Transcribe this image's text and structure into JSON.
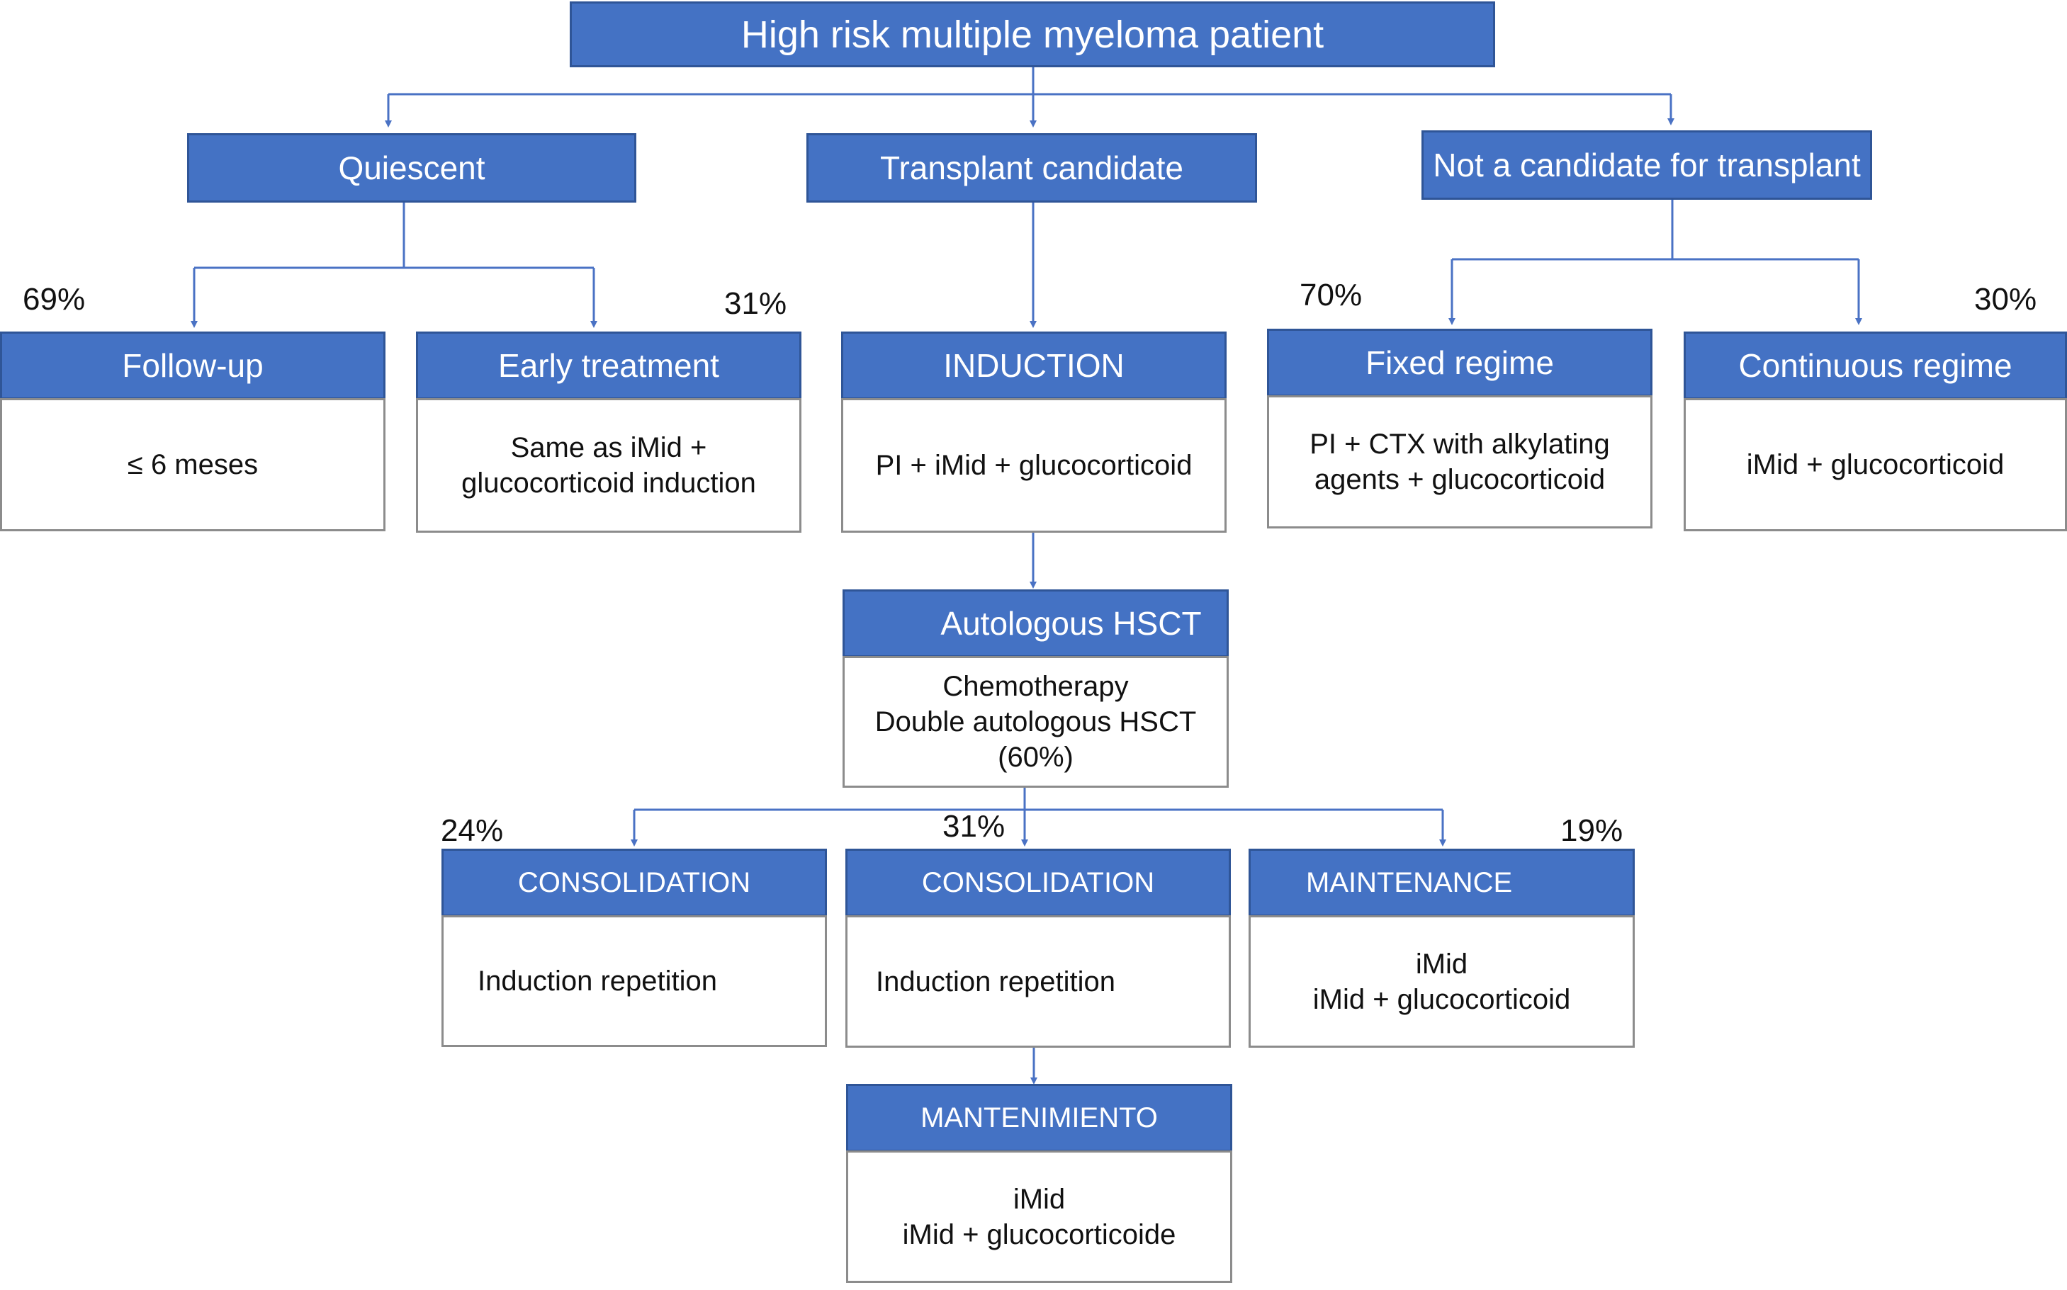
{
  "colors": {
    "header_fill": "#4472c4",
    "header_border": "#2f5597",
    "connector": "#4a72c4",
    "body_border": "#8c8c8c"
  },
  "root": {
    "title": "High risk multiple myeloma patient"
  },
  "branches": {
    "quiescent": "Quiescent",
    "transplant": "Transplant candidate",
    "not_transplant": "Not a candidate for transplant"
  },
  "quiescent_options": {
    "followup": {
      "title": "Follow-up",
      "body": [
        "≤ 6 meses"
      ],
      "pct": "69%"
    },
    "early": {
      "title": "Early treatment",
      "body": [
        "Same as iMid +",
        "glucocorticoid induction"
      ],
      "pct": "31%"
    }
  },
  "induction": {
    "title": "INDUCTION",
    "body": [
      "PI + iMid + glucocorticoid"
    ]
  },
  "non_transplant_options": {
    "fixed": {
      "title": "Fixed regime",
      "body": [
        "PI + CTX with alkylating",
        "agents + glucocorticoid"
      ],
      "pct": "70%"
    },
    "continuous": {
      "title": "Continuous regime",
      "body": [
        "iMid + glucocorticoid"
      ],
      "pct": "30%"
    }
  },
  "hsct": {
    "title": "Autologous HSCT",
    "body": [
      "Chemotherapy",
      "Double autologous HSCT",
      "(60%)"
    ]
  },
  "post_transplant": {
    "consolidation_1": {
      "title": "CONSOLIDATION",
      "body": [
        "Induction repetition"
      ],
      "pct": "24%"
    },
    "consolidation_2": {
      "title": "CONSOLIDATION",
      "body": [
        "Induction repetition"
      ],
      "pct": "31%"
    },
    "maintenance": {
      "title": "MAINTENANCE",
      "body": [
        "iMid",
        "iMid + glucocorticoid"
      ],
      "pct": "19%"
    }
  },
  "mantenimiento": {
    "title": "MANTENIMIENTO",
    "body": [
      "iMid",
      "iMid + glucocorticoide"
    ]
  }
}
